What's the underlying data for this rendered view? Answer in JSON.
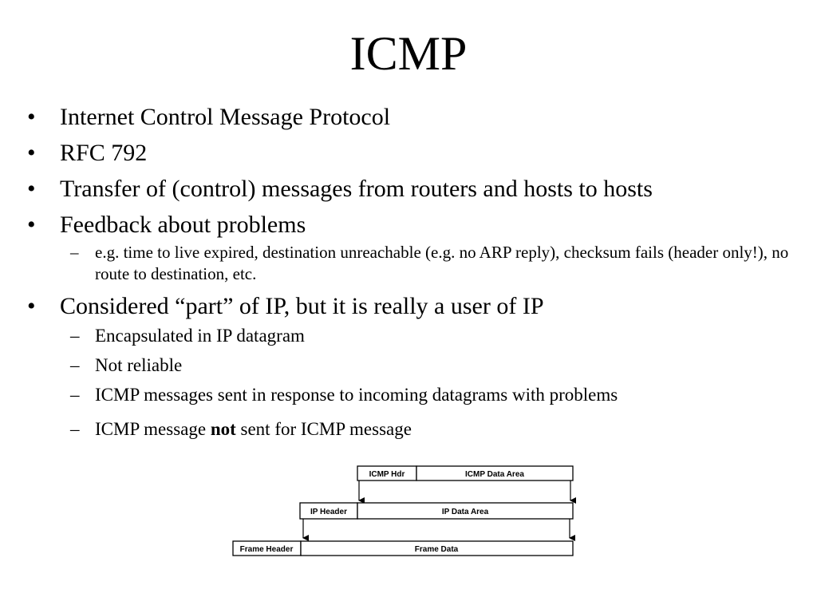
{
  "slide": {
    "title": "ICMP"
  },
  "bullets": {
    "b1": "Internet Control Message Protocol",
    "b2": "RFC 792",
    "b3": "Transfer of (control) messages from routers and hosts to hosts",
    "b4": "Feedback about problems",
    "b4_sub1": "e.g. time to live expired, destination unreachable (e.g. no ARP reply), checksum fails (header only!), no route to destination, etc.",
    "b5": "Considered “part” of IP, but it is really a user of IP",
    "b5_sub1": "Encapsulated in IP datagram",
    "b5_sub2": "Not reliable",
    "b5_sub3": "ICMP messages sent in response to incoming datagrams with problems",
    "b5_sub4_pre": "ICMP message ",
    "b5_sub4_bold": "not",
    "b5_sub4_post": " sent for ICMP message"
  },
  "symbols": {
    "bullet": "•",
    "dash": "–"
  },
  "diagram": {
    "icmp_hdr": "ICMP Hdr",
    "icmp_data": "ICMP Data Area",
    "ip_header": "IP Header",
    "ip_data": "IP Data Area",
    "frame_header": "Frame Header",
    "frame_data": "Frame Data"
  }
}
